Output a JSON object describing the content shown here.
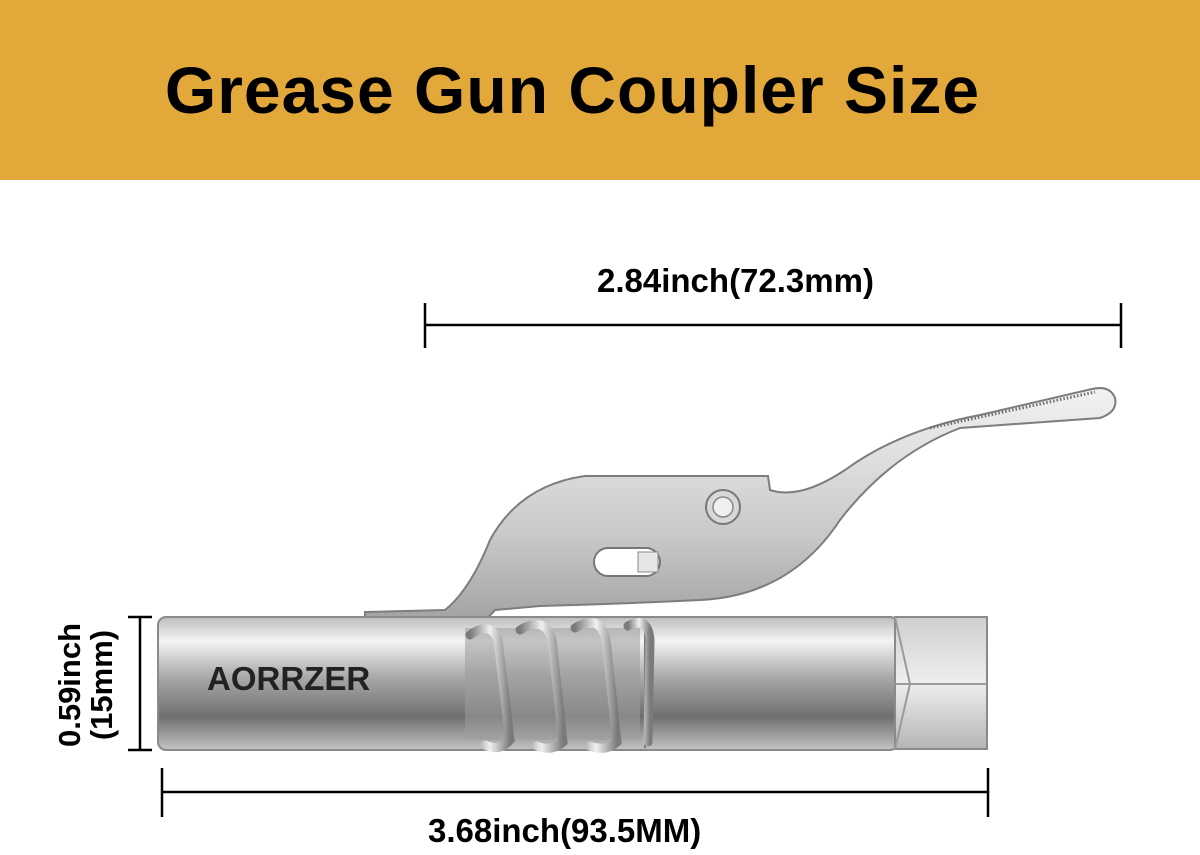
{
  "title": "Grease Gun Coupler Size",
  "dimensions": {
    "lever_length": "2.84inch(72.3mm)",
    "total_length": "3.68inch(93.5MM)",
    "diameter_inch": "0.59inch",
    "diameter_mm": "(15mm)"
  },
  "brand": "AORRZER",
  "colors": {
    "banner": "#e3a83a",
    "metal": "#c9c9c9"
  }
}
